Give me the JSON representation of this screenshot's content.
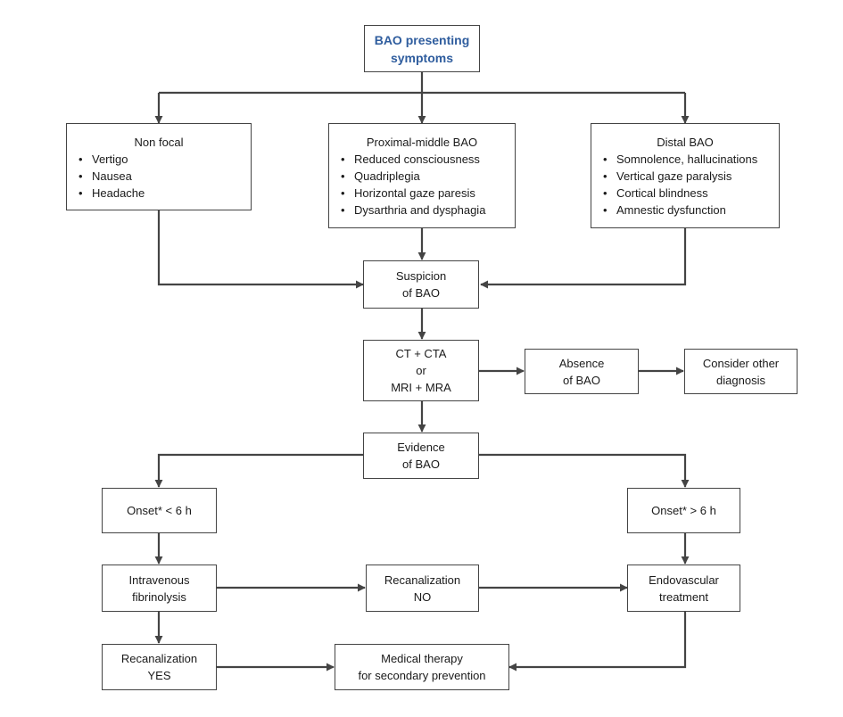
{
  "root": {
    "line1": "BAO presenting",
    "line2": "symptoms"
  },
  "non_focal": {
    "title": "Non focal",
    "items": [
      "Vertigo",
      "Nausea",
      "Headache"
    ]
  },
  "proximal": {
    "title": "Proximal-middle BAO",
    "items": [
      "Reduced consciousness",
      "Quadriplegia",
      "Horizontal gaze paresis",
      "Dysarthria and dysphagia"
    ]
  },
  "distal": {
    "title": "Distal BAO",
    "items": [
      "Somnolence, hallucinations",
      "Vertical gaze paralysis",
      "Cortical blindness",
      "Amnestic dysfunction"
    ]
  },
  "suspicion": {
    "line1": "Suspicion",
    "line2": "of BAO"
  },
  "imaging": {
    "line1": "CT + CTA",
    "line2": "or",
    "line3": "MRI + MRA"
  },
  "absence": {
    "line1": "Absence",
    "line2": "of BAO"
  },
  "consider": {
    "line1": "Consider other",
    "line2": "diagnosis"
  },
  "evidence": {
    "line1": "Evidence",
    "line2": "of BAO"
  },
  "onset_early": {
    "label": "Onset* < 6 h"
  },
  "onset_late": {
    "label": "Onset* > 6 h"
  },
  "ivt": {
    "line1": "Intravenous",
    "line2": "fibrinolysis"
  },
  "recan_no": {
    "line1": "Recanalization",
    "line2": "NO"
  },
  "endo": {
    "line1": "Endovascular",
    "line2": "treatment"
  },
  "recan_yes": {
    "line1": "Recanalization",
    "line2": "YES"
  },
  "medical": {
    "line1": "Medical therapy",
    "line2": "for secondary prevention"
  }
}
